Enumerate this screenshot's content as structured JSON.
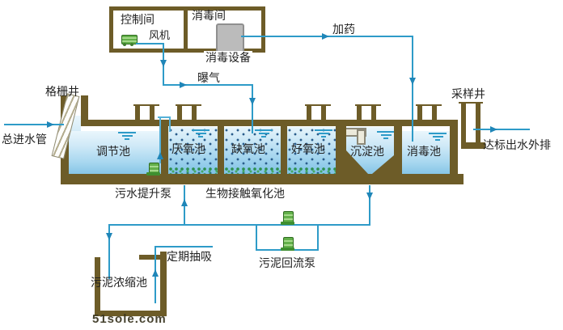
{
  "colors": {
    "wall": "#6d5c28",
    "pipe": "#2e9bc8",
    "arrow": "#1f86b8",
    "water_light": "#eaf6fc",
    "water_deep": "#86c5e6",
    "equipment_gray": "#bbbbbb",
    "pump_green": "#63b04a",
    "media_dot_blue": "#2a5d8c",
    "media_dot_green": "#2e9150",
    "text": "#222222"
  },
  "building": {
    "control_room": "控制间",
    "fan": "风机",
    "disinfection_room": "消毒间",
    "disinfection_equipment": "消毒设备"
  },
  "flow_labels": {
    "dosing": "加药",
    "aeration": "曝气",
    "main_inlet": "总进水管",
    "discharge": "达标出水外排",
    "periodic_suction": "定期抽吸"
  },
  "wells": {
    "grid_well": "格栅井",
    "sampling_well": "采样井"
  },
  "tanks": {
    "regulation": "调节池",
    "anaerobic": "厌氧池",
    "anoxic": "缺氧池",
    "aerobic": "好氧池",
    "sedimentation": "沉淀池",
    "disinfection": "消毒池",
    "bio_contact": "生物接触氧化池",
    "sludge_thickening": "污泥浓缩池"
  },
  "pumps": {
    "sewage_lift": "污水提升泵",
    "sludge_return": "污泥回流泵"
  },
  "watermark": "51sole.com"
}
